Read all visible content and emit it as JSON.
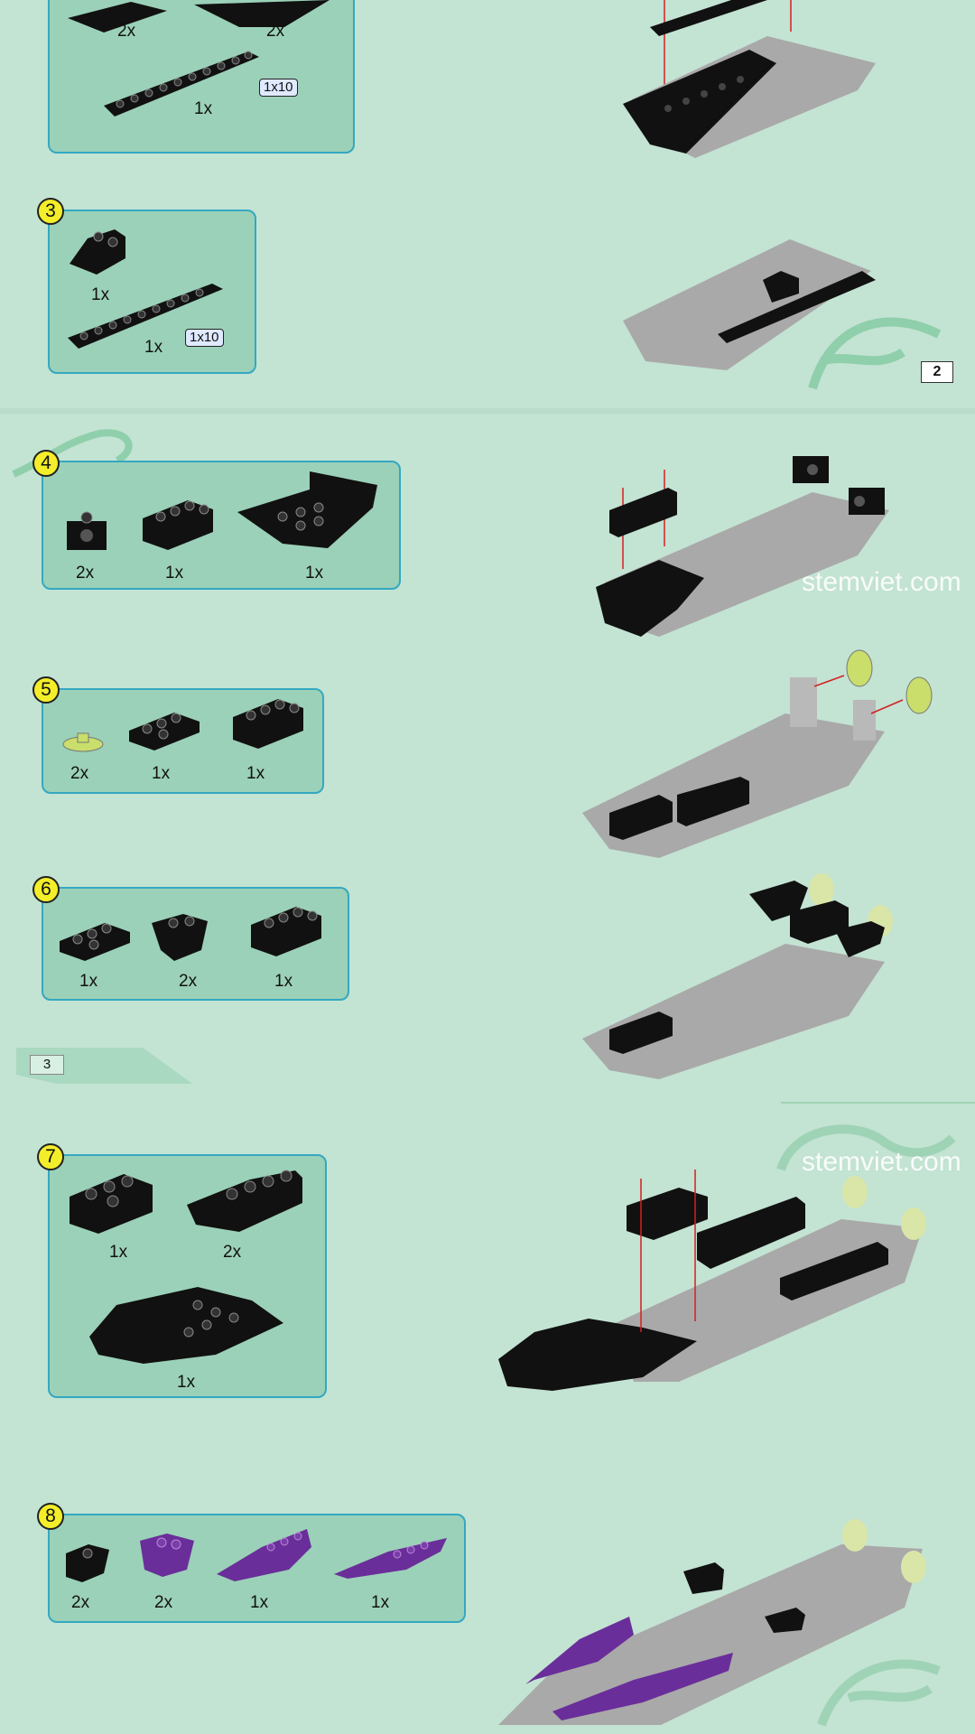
{
  "page": {
    "top_page_number": "2",
    "bottom_page_number": "3",
    "watermark_1": "stemviet.com",
    "watermark_2": "stemviet.com"
  },
  "colors": {
    "background": "#c3e3d3",
    "parts_box": "#9bd1b8",
    "box_border": "#34a8c1",
    "step_badge": "#f3ee2a",
    "brick_black": "#111111",
    "model_grey": "#a9a9a9",
    "brick_purple": "#6a2e9a",
    "cone_lime": "#c9de6b",
    "arrow_red": "#d42020"
  },
  "step2": {
    "parts": [
      {
        "qty": "2x",
        "icon": "black-slope-piece"
      },
      {
        "qty": "2x",
        "icon": "black-wedge-plate"
      },
      {
        "qty": "1x",
        "icon": "black-plate-1x10",
        "size_tag": "1x10"
      }
    ]
  },
  "step3": {
    "number": "3",
    "parts": [
      {
        "qty": "1x",
        "icon": "black-slope-brick"
      },
      {
        "qty": "1x",
        "icon": "black-plate-1x10",
        "size_tag": "1x10"
      }
    ]
  },
  "step4": {
    "number": "4",
    "parts": [
      {
        "qty": "2x",
        "icon": "black-technic-brick"
      },
      {
        "qty": "1x",
        "icon": "black-brick-2x4"
      },
      {
        "qty": "1x",
        "icon": "black-boat-stern"
      }
    ]
  },
  "step5": {
    "number": "5",
    "parts": [
      {
        "qty": "2x",
        "icon": "lime-cone-dish"
      },
      {
        "qty": "1x",
        "icon": "black-plate-2x4"
      },
      {
        "qty": "1x",
        "icon": "black-brick-2x4"
      }
    ]
  },
  "step6": {
    "number": "6",
    "parts": [
      {
        "qty": "1x",
        "icon": "black-plate-2x4"
      },
      {
        "qty": "2x",
        "icon": "black-inverted-slope"
      },
      {
        "qty": "1x",
        "icon": "black-brick-2x4"
      }
    ]
  },
  "step7": {
    "number": "7",
    "parts": [
      {
        "qty": "1x",
        "icon": "black-brick-2x4"
      },
      {
        "qty": "2x",
        "icon": "black-sloped-brick-2x6"
      },
      {
        "qty": "1x",
        "icon": "black-boat-bow"
      }
    ]
  },
  "step8": {
    "number": "8",
    "parts": [
      {
        "qty": "2x",
        "icon": "black-small-slope"
      },
      {
        "qty": "2x",
        "icon": "purple-slope"
      },
      {
        "qty": "1x",
        "icon": "purple-wedge-left"
      },
      {
        "qty": "1x",
        "icon": "purple-wedge-right"
      }
    ]
  }
}
